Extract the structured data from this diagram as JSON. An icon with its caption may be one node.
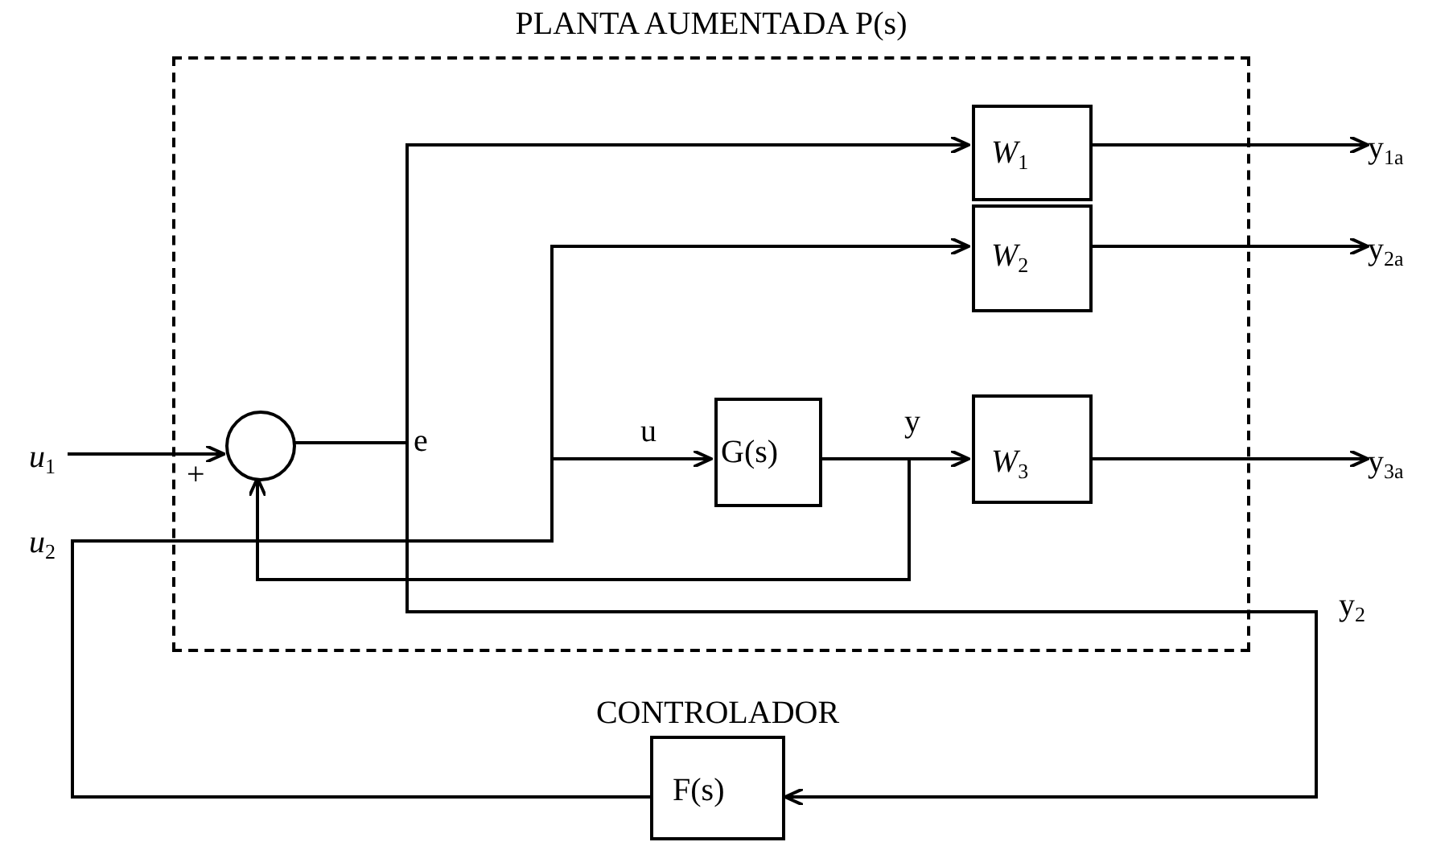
{
  "diagram": {
    "nodes": [
      {
        "text": [
          "PLANTA AUMENTADA P(s)"
        ]
      },
      {
        "text": [],
        "shape": "circle",
        "in": 0
      },
      {
        "text": [
          "G(s)"
        ],
        "in": 0
      },
      {
        "text": [
          "*W*$_{1}$"
        ],
        "in": 0
      },
      {
        "text": [
          "*W*$_{2}$"
        ],
        "in": 0
      },
      {
        "text": [
          "*W*$_{3}$"
        ],
        "in": 0
      },
      {
        "text": [
          "CONTROLADOR",
          "F(s)"
        ]
      },
      {
        "text": [
          "*u*$_{1}$"
        ]
      },
      {
        "text": [
          "y$_{1a}$"
        ]
      },
      {
        "text": [
          "y$_{2a}$"
        ]
      },
      {
        "text": [
          "y$_{3a}$"
        ]
      }
    ],
    "edges": [
      {
        "from": 7,
        "to": 1,
        "arrow": "to"
      },
      {
        "from": 1,
        "to": 3,
        "arrow": "to"
      },
      {
        "from": 1,
        "to": 6,
        "arrow": "to"
      },
      {
        "from": 6,
        "to": 2,
        "arrow": "to"
      },
      {
        "from": 6,
        "to": 4,
        "arrow": "to"
      },
      {
        "from": 2,
        "to": 5,
        "arrow": "to"
      },
      {
        "from": 2,
        "to": 1,
        "arrow": "to"
      },
      {
        "from": 3,
        "to": 8,
        "arrow": "to"
      },
      {
        "from": 4,
        "to": 9,
        "arrow": "to"
      },
      {
        "from": 5,
        "to": 10,
        "arrow": "to"
      }
    ],
    "labels": [
      "e",
      "u",
      "y",
      "*u*$_{2}$",
      "+",
      "y$_{2}$"
    ]
  }
}
